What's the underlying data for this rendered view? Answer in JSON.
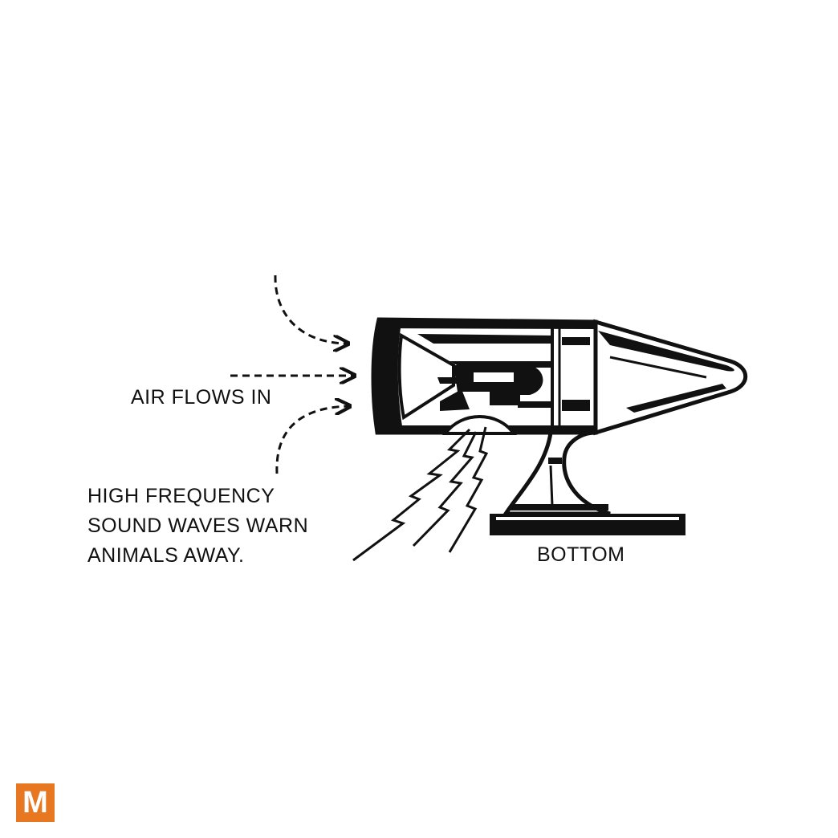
{
  "labels": {
    "air_flows_in": "AIR FLOWS IN",
    "sound_waves": [
      "HIGH FREQUENCY",
      "SOUND WAVES WARN",
      "ANIMALS AWAY."
    ],
    "bottom": "BOTTOM"
  },
  "logo": {
    "text": "M",
    "color": "#e87722"
  },
  "colors": {
    "ink": "#111111",
    "background": "#ffffff"
  }
}
